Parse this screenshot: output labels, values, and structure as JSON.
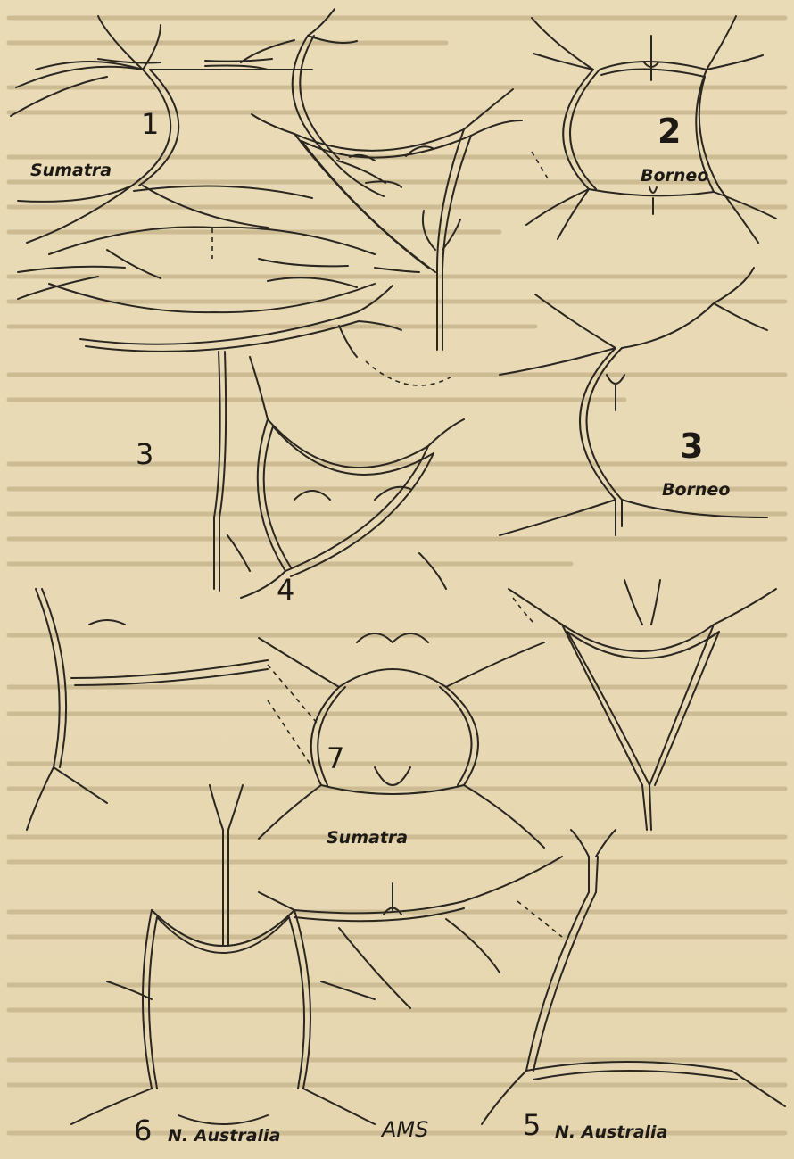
{
  "figures": [
    {
      "number": "1",
      "locality": "Sumatra"
    },
    {
      "number": "2",
      "locality": "Borneo"
    },
    {
      "number": "3",
      "locality": ""
    },
    {
      "number": "3",
      "locality": "Borneo"
    },
    {
      "number": "4",
      "locality": ""
    },
    {
      "number": "5",
      "locality": "N. Australia"
    },
    {
      "number": "6",
      "locality": "N. Australia"
    },
    {
      "number": "7",
      "locality": "Sumatra"
    }
  ],
  "credit": "AMS",
  "colors": {
    "paper": "#e9dab5",
    "ink": "#2a2620",
    "bleed_text": "#cdbb93"
  }
}
